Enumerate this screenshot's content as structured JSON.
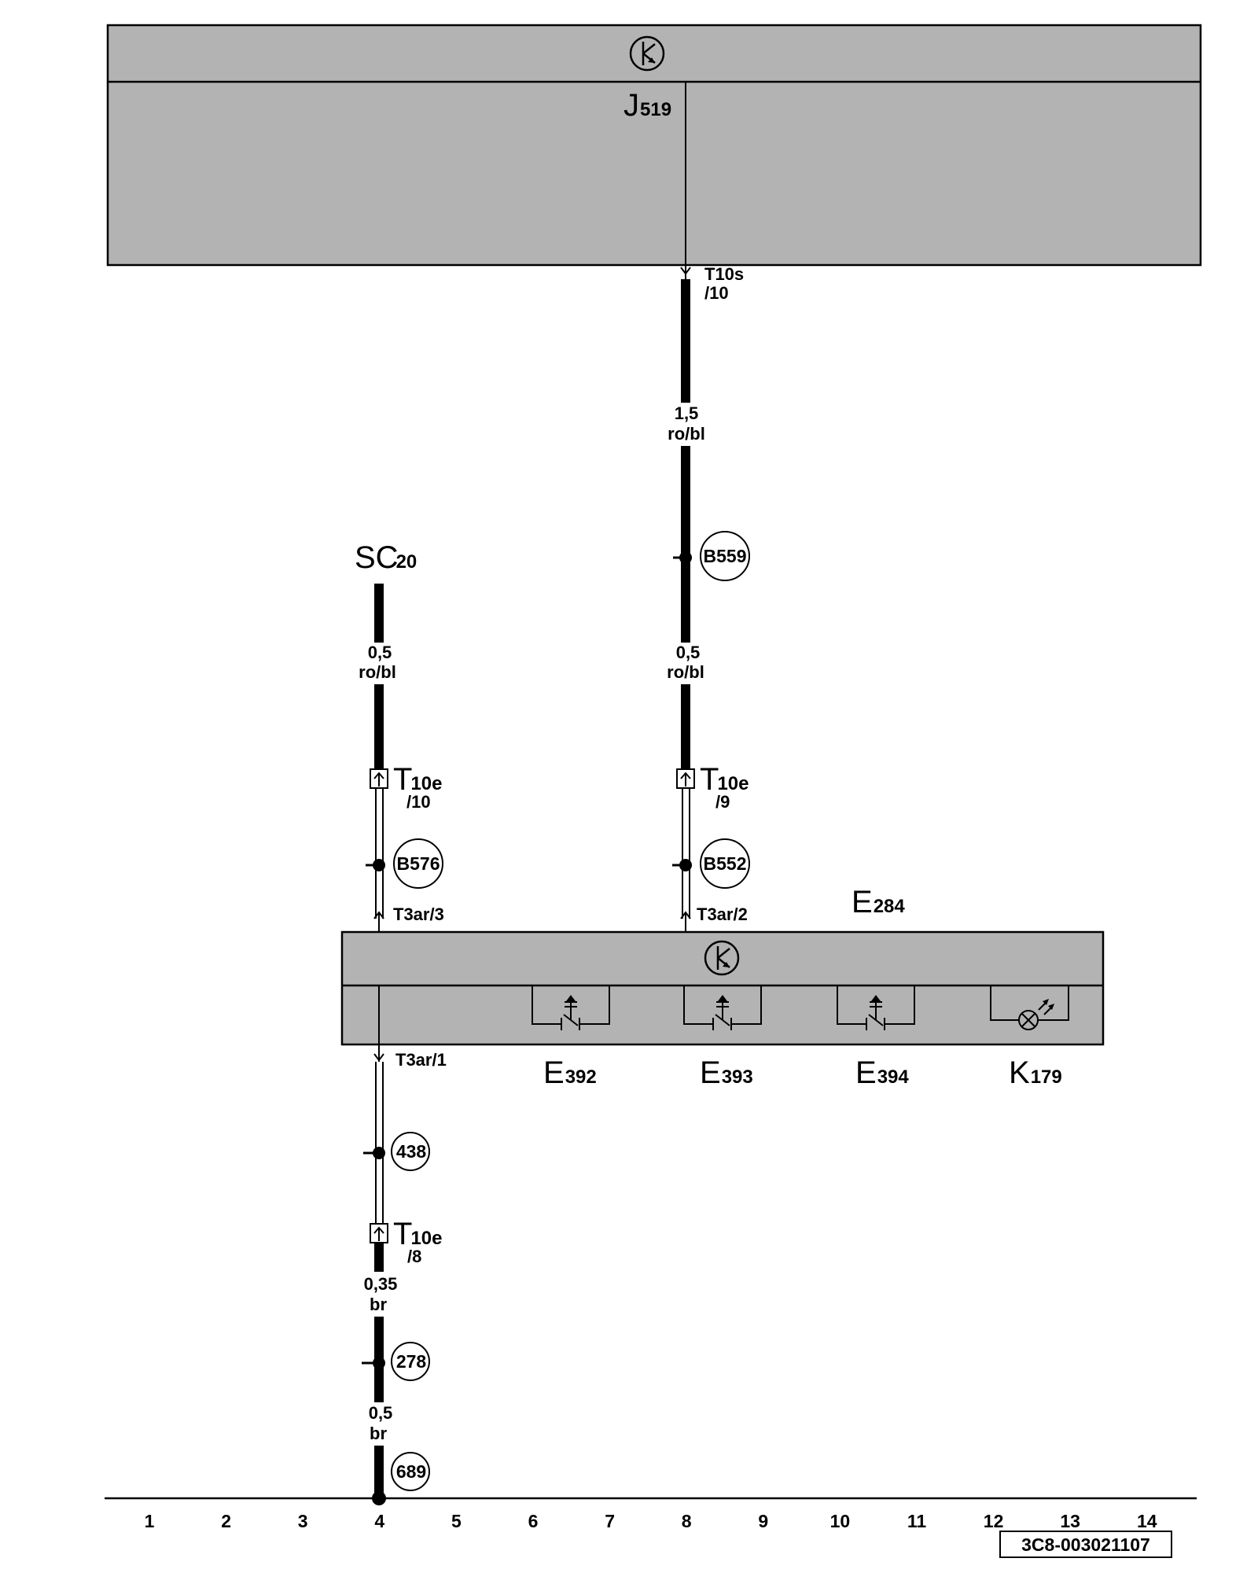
{
  "components": {
    "j519": {
      "letter": "J",
      "sub": "519"
    },
    "e284": {
      "letter": "E",
      "sub": "284"
    },
    "e392": {
      "letter": "E",
      "sub": "392"
    },
    "e393": {
      "letter": "E",
      "sub": "393"
    },
    "e394": {
      "letter": "E",
      "sub": "394"
    },
    "k179": {
      "letter": "K",
      "sub": "179"
    },
    "sc20": {
      "letter": "SC",
      "sub": "20"
    }
  },
  "connectors": {
    "t10s": {
      "name": "T10s",
      "pin": "/10"
    },
    "t10e_10": {
      "letter": "T",
      "sub": "10e",
      "pin": "/10"
    },
    "t10e_9": {
      "letter": "T",
      "sub": "10e",
      "pin": "/9"
    },
    "t10e_8": {
      "letter": "T",
      "sub": "10e",
      "pin": "/8"
    },
    "t3ar_3": "T3ar/3",
    "t3ar_2": "T3ar/2",
    "t3ar_1": "T3ar/1"
  },
  "wires": {
    "w1": {
      "size": "1,5",
      "color": "ro/bl"
    },
    "w2": {
      "size": "0,5",
      "color": "ro/bl"
    },
    "w3": {
      "size": "0,5",
      "color": "ro/bl"
    },
    "w4": {
      "size": "0,35",
      "color": "br"
    },
    "w5": {
      "size": "0,5",
      "color": "br"
    }
  },
  "nodes": {
    "b559": "B559",
    "b576": "B576",
    "b552": "B552",
    "n438": "438",
    "n278": "278",
    "n689": "689"
  },
  "columns": [
    "1",
    "2",
    "3",
    "4",
    "5",
    "6",
    "7",
    "8",
    "9",
    "10",
    "11",
    "12",
    "13",
    "14"
  ],
  "doc_number": "3C8-003021107",
  "colors": {
    "housing": "#b3b3b3",
    "line": "#000000",
    "background": "#ffffff"
  }
}
